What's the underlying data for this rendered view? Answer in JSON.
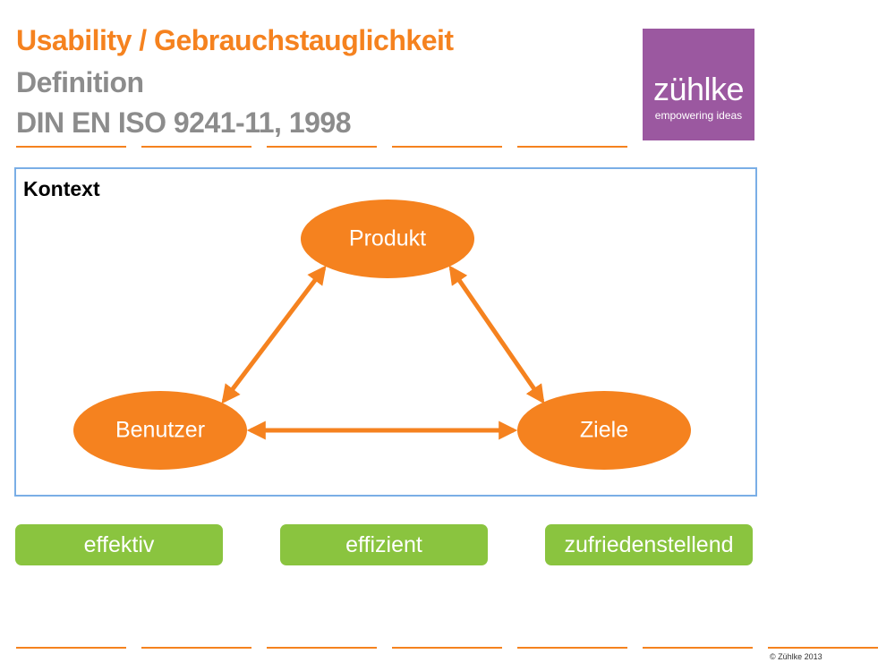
{
  "header": {
    "title": "Usability / Gebrauchstauglichkeit",
    "subtitle": "Definition",
    "standard": "DIN EN ISO 9241-11, 1998"
  },
  "logo": {
    "brand": "zühlke",
    "tagline": "empowering ideas",
    "color": "#9b58a0"
  },
  "context": {
    "label": "Kontext",
    "nodes": {
      "top": "Produkt",
      "left": "Benutzer",
      "right": "Ziele"
    }
  },
  "criteria": [
    "effektiv",
    "effizient",
    "zufriedenstellend"
  ],
  "footer": {
    "copyright": "© Zühlke 2013"
  },
  "colors": {
    "accent": "#f5821f",
    "muted": "#8c8c8c",
    "green": "#8ac43f",
    "border": "#7aaee6"
  }
}
